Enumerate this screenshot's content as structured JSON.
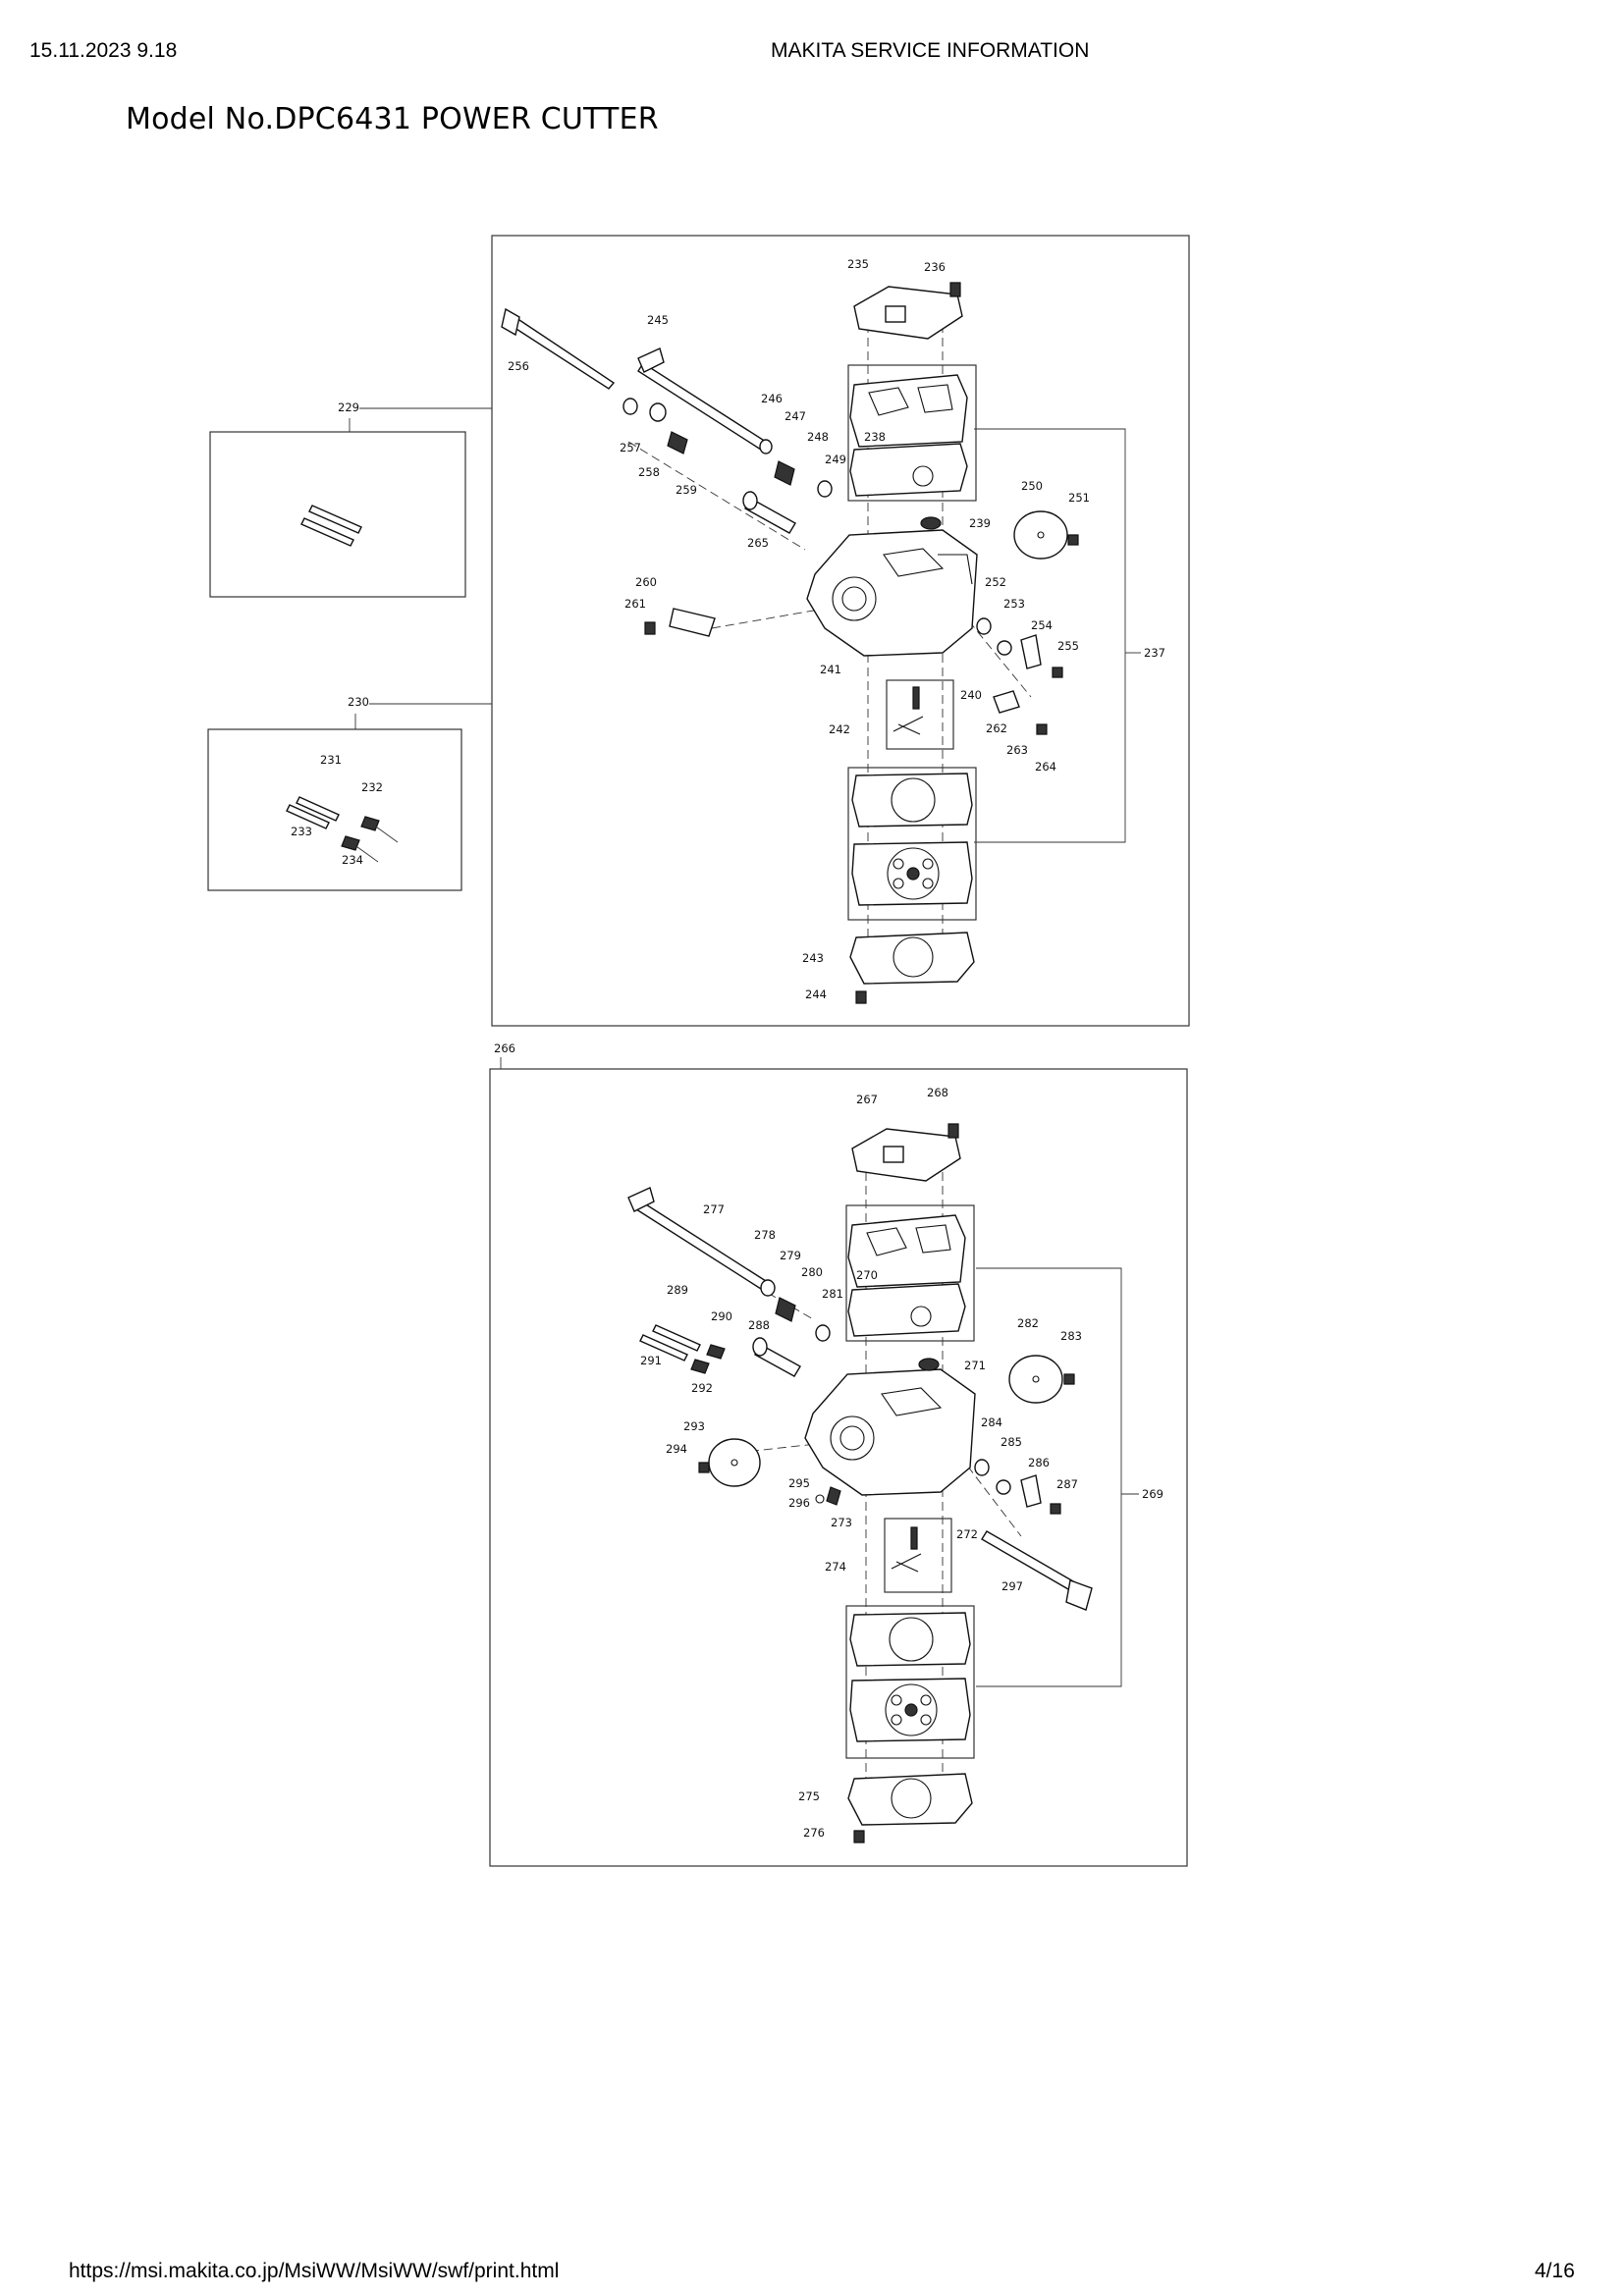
{
  "header": {
    "datetime": "15.11.2023 9.18",
    "center": "MAKITA SERVICE INFORMATION"
  },
  "title": "Model No.DPC6431 POWER CUTTER",
  "footer": {
    "url": "https://msi.makita.co.jp/MsiWW/MsiWW/swf/print.html",
    "page": "4/16"
  },
  "diagram": {
    "upper_callouts": [
      "229",
      "230",
      "231",
      "232",
      "233",
      "234",
      "235",
      "236",
      "237",
      "238",
      "239",
      "240",
      "241",
      "242",
      "243",
      "244",
      "245",
      "246",
      "247",
      "248",
      "249",
      "250",
      "251",
      "252",
      "253",
      "254",
      "255",
      "256",
      "257",
      "258",
      "259",
      "260",
      "261",
      "262",
      "263",
      "264",
      "265"
    ],
    "lower_callouts": [
      "266",
      "267",
      "268",
      "269",
      "270",
      "271",
      "272",
      "273",
      "274",
      "275",
      "276",
      "277",
      "278",
      "279",
      "280",
      "281",
      "282",
      "283",
      "284",
      "285",
      "286",
      "287",
      "288",
      "289",
      "290",
      "291",
      "292",
      "293",
      "294",
      "295",
      "296",
      "297"
    ]
  },
  "icons": {
    "part_style": "line-art exploded view"
  }
}
